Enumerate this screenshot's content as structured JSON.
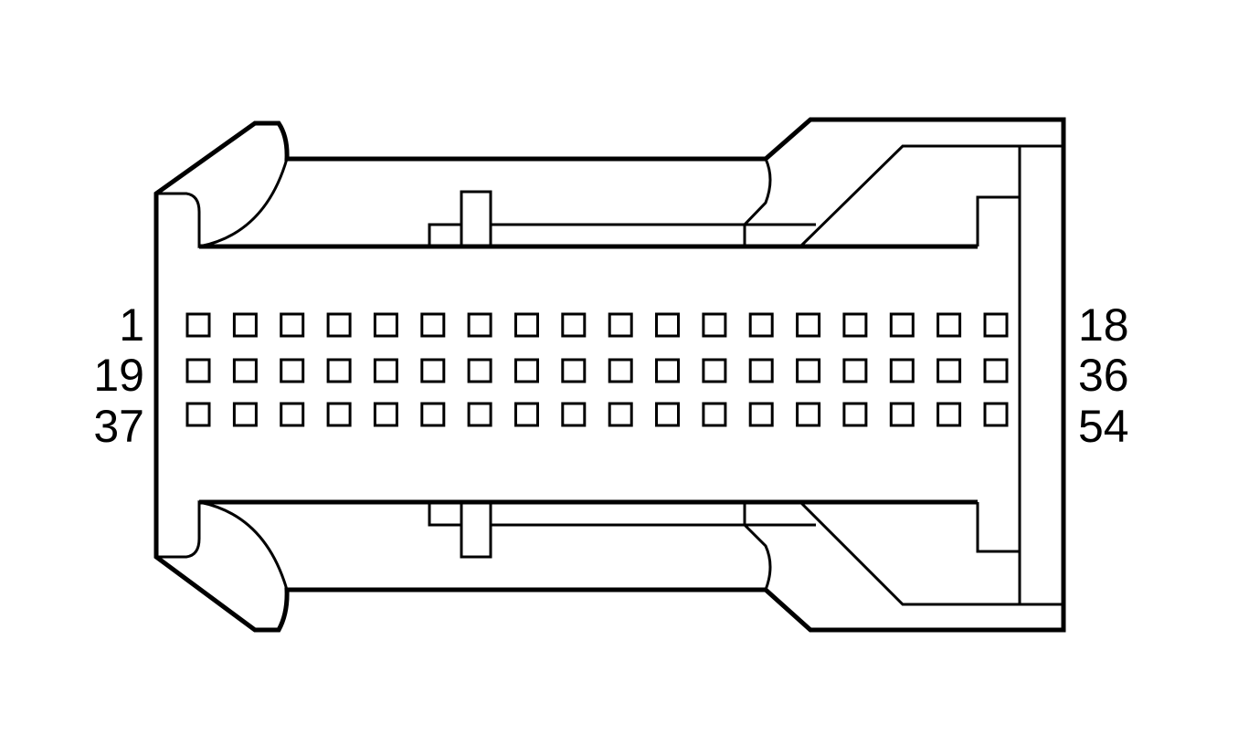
{
  "connector": {
    "rows": 3,
    "pins_per_row": 18,
    "row_labels": [
      {
        "start": "1",
        "end": "18"
      },
      {
        "start": "19",
        "end": "36"
      },
      {
        "start": "37",
        "end": "54"
      }
    ]
  }
}
